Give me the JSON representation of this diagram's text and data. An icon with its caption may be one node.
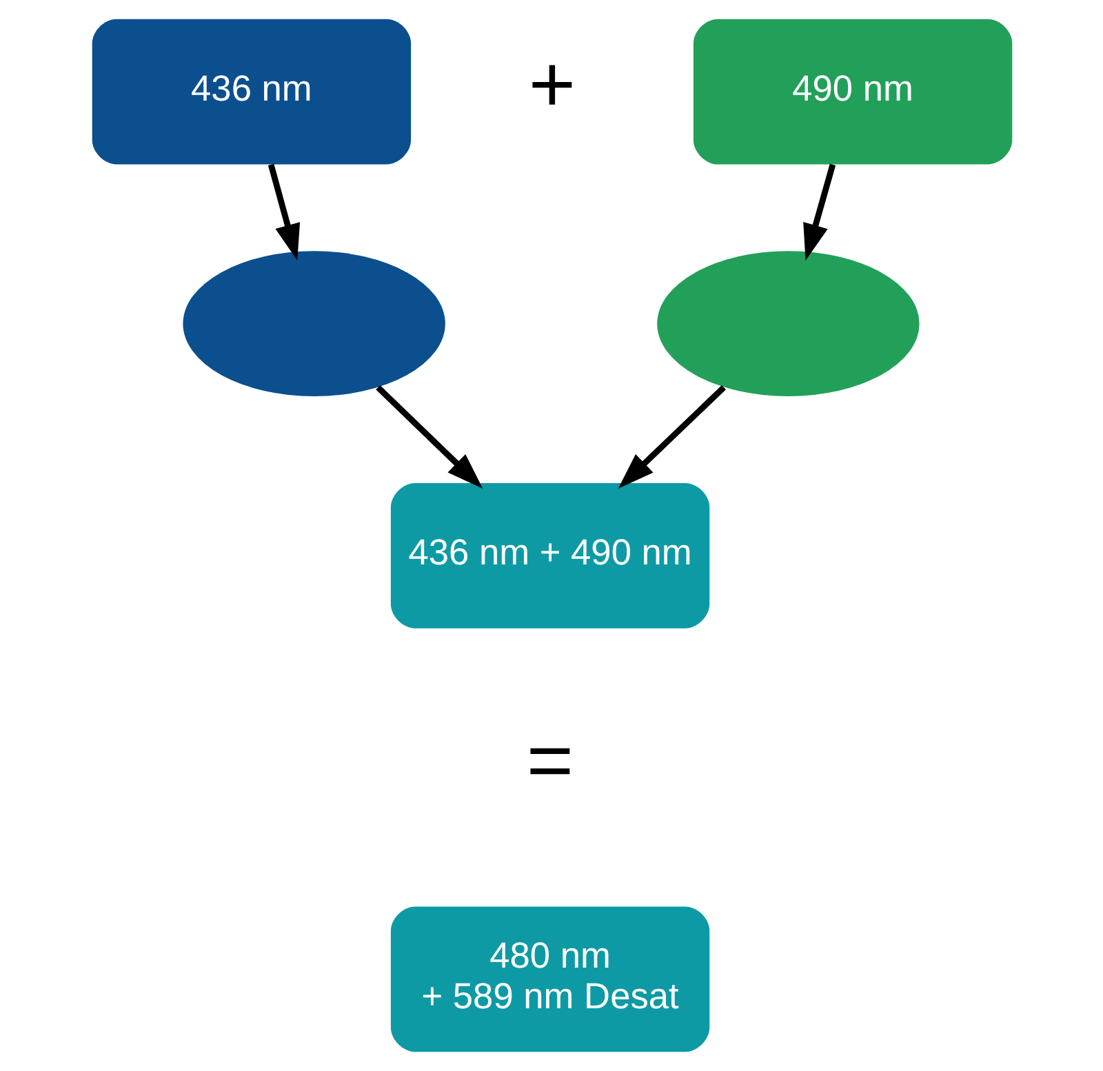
{
  "diagram": {
    "nodes": [
      {
        "text": [
          "436 nm"
        ]
      },
      {
        "text": [
          "490 nm"
        ]
      },
      {
        "text": [],
        "shape": "semicircle"
      },
      {
        "text": [],
        "shape": "semicircle"
      },
      {
        "text": [
          "436 nm + 490 nm"
        ]
      },
      {
        "text": [
          "480 nm",
          "+ 589 nm Desat"
        ]
      }
    ],
    "edges": [
      {
        "from": 0,
        "to": 2,
        "arrow": "to"
      },
      {
        "from": 1,
        "to": 3,
        "arrow": "to"
      },
      {
        "from": 2,
        "to": 4,
        "arrow": "to"
      },
      {
        "from": 3,
        "to": 4,
        "arrow": "to"
      }
    ],
    "labels": [
      "+",
      "="
    ]
  }
}
